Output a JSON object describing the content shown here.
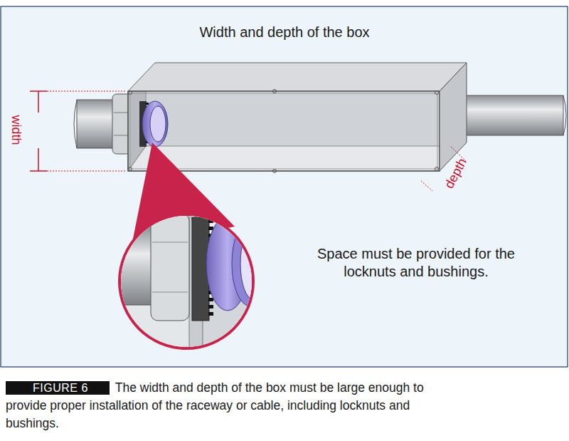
{
  "diagram": {
    "title": "Width and depth of the box",
    "caption": "The width and depth of the box must be large enough to provide proper installation of the raceway or cable, including locknuts and bushings.",
    "labels": [
      "width",
      "depth",
      "Space must be provided for the locknuts and bushings.",
      "FIGURE 6"
    ]
  }
}
